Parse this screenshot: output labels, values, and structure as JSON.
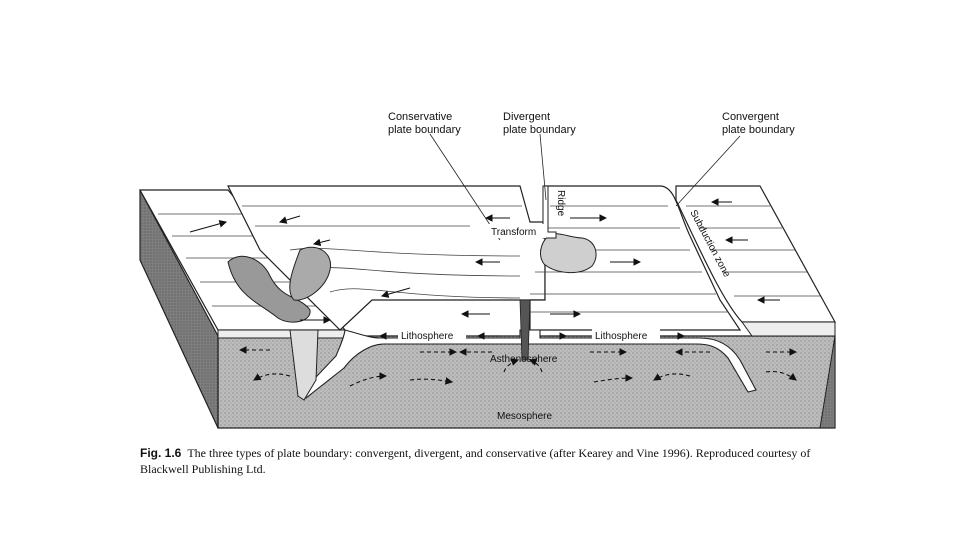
{
  "labels": {
    "conservative": [
      "Conservative",
      "plate boundary"
    ],
    "divergent": [
      "Divergent",
      "plate boundary"
    ],
    "convergent": [
      "Convergent",
      "plate boundary"
    ],
    "ridge": "Ridge",
    "transform": "Transform",
    "subduction_zone": "Subduction zone",
    "lithosphere_left": "Lithosphere",
    "lithosphere_right": "Lithosphere",
    "asthenosphere": "Asthenosphere",
    "mesosphere": "Mesosphere"
  },
  "caption": {
    "fig_number": "Fig. 1.6",
    "text": "The three types of plate boundary: convergent, divergent, and conservative (after Kearey and Vine 1996). Reproduced courtesy of Blackwell Publishing Ltd."
  }
}
